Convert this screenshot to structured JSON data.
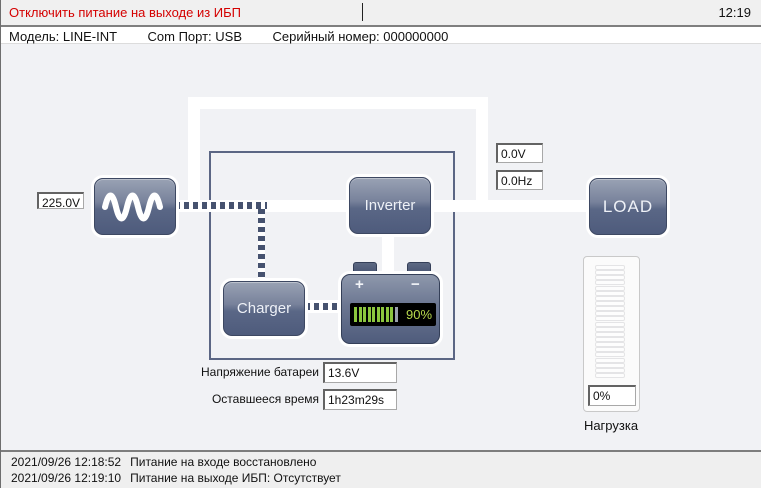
{
  "titlebar": {
    "command": "Отключить питание на выходе из ИБП",
    "clock": "12:19"
  },
  "modelbar": {
    "model": "Модель: LINE-INT",
    "com_port": "Com Порт: USB",
    "serial": "Серийный номер: 000000000"
  },
  "diagram": {
    "input_voltage": "225.0V",
    "output_voltage": "0.0V",
    "output_frequency": "0.0Hz",
    "inverter_label": "Inverter",
    "charger_label": "Charger",
    "load_label": "LOAD",
    "battery": {
      "percent": "90%",
      "bars_filled": 9,
      "bars_total": 10,
      "plus": "+",
      "minus": "−"
    }
  },
  "status": {
    "battery_voltage_label": "Напряжение батареи",
    "battery_voltage": "13.6V",
    "remaining_time_label": "Оставшееся время",
    "remaining_time": "1h23m29s"
  },
  "load_gauge": {
    "value": "0%",
    "label": "Нагрузка",
    "segments": 22
  },
  "log": {
    "entries": [
      {
        "timestamp": "2021/09/26 12:18:52",
        "message": "Питание на входе восстановлено"
      },
      {
        "timestamp": "2021/09/26 12:19:10",
        "message": "Питание на выходе ИБП: Отсутствует"
      }
    ]
  },
  "colors": {
    "alert_red": "#d40000",
    "node_button_blue": "#5a6786",
    "pipe_white": "#ffffff",
    "dash_dark_blue": "#46526f",
    "battery_bar_green": "#8cc63e",
    "battery_pct_green": "#b6d84d",
    "main_background": "#f1f2f5"
  }
}
